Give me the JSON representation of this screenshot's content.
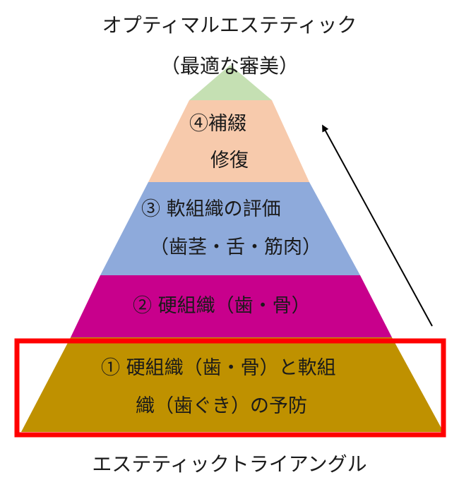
{
  "title": "オプティマルエステティック",
  "subtitle": "（最適な審美）",
  "caption": "エステティックトライアングル",
  "colors": {
    "level1": "#bf9100",
    "level2": "#c8008c",
    "level3": "#8eaadb",
    "level4": "#f7caac",
    "level5": "#c5e0b3",
    "highlight": "#ff0000",
    "arrow": "#000000"
  },
  "levels": [
    {
      "lines": [
        "①  硬組織（歯・骨）と軟組",
        "織（歯ぐき）の予防"
      ]
    },
    {
      "lines": [
        "②  硬組織（歯・骨）"
      ]
    },
    {
      "lines": [
        "③  軟組織の評価",
        "（歯茎・舌・筋肉）"
      ]
    },
    {
      "lines": [
        "④補綴",
        "修復"
      ]
    }
  ]
}
